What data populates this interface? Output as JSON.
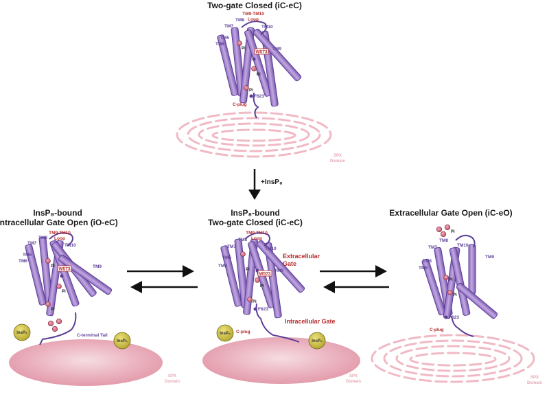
{
  "panels": {
    "top": {
      "title": "Two-gate Closed (iC-eC)",
      "labels": {
        "tm8": "TM8",
        "tm7": "TM7",
        "tm5": "TM5",
        "tm6": "TM6",
        "tm10": "TM10",
        "tm9": "TM9",
        "loop1": "TM9-TM10",
        "loop2": "Loop",
        "w573": "W573",
        "f623": "F623",
        "cplug": "C-plug",
        "pi1": "Pi",
        "pi2": "Pi",
        "pi3": "Pi",
        "spx1": "SPX",
        "spx2": "Domain"
      }
    },
    "arrow_label": "+InsP₈",
    "left": {
      "title1": "InsP₈-bound",
      "title2": "Intracellular Gate Open (iO-eC)",
      "labels": {
        "tm8": "TM8",
        "tm7": "TM7",
        "tm5": "TM5",
        "tm6": "TM6",
        "tm10": "TM10",
        "tm9": "TM9",
        "loop1": "TM9-TM10",
        "loop2": "Loop",
        "w573": "W573",
        "ctail": "C-terminal Tail",
        "pi1": "Pi",
        "pi2": "Pi",
        "pi3": "Pi",
        "ins1": "InsP₈",
        "ins2": "InsP₈",
        "spx1": "SPX",
        "spx2": "Domain"
      }
    },
    "middle": {
      "title1": "InsP₈-bound",
      "title2": "Two-gate Closed (iC-eC)",
      "labels": {
        "tm8": "TM8",
        "tm7": "TM7",
        "tm5": "TM5",
        "tm6": "TM6",
        "tm10": "TM10",
        "tm9": "TM9",
        "loop1": "TM9-TM10",
        "loop2": "Loop",
        "w573": "W573",
        "f623": "F623",
        "cplug": "C-plug",
        "pi1": "Pi",
        "pi2": "Pi",
        "pi3": "Pi",
        "egate1": "Extracellular",
        "egate2": "Gate",
        "igate": "Intracellular Gate",
        "ins1": "InsP₈",
        "ins2": "InsP₈",
        "spx1": "SPX",
        "spx2": "Domain"
      }
    },
    "right": {
      "title": "Extracellular Gate Open (iC-eO)",
      "labels": {
        "tm8": "TM8",
        "tm7": "TM7",
        "tm5": "TM5",
        "tm6": "TM6",
        "tm10": "TM10",
        "tm9": "TM9",
        "f623": "F623",
        "cplug": "C-plug",
        "pi1": "Pi",
        "pi2": "Pi",
        "pi3": "Pi",
        "spx1": "SPX",
        "spx2": "Domain"
      }
    }
  },
  "colors": {
    "helix_fill": "#a98bd0",
    "helix_stroke": "#5b3f96",
    "pi_fill": "#e27a8f",
    "membrane_fill": "#e8a3b2",
    "insp8_fill": "#cfc34a",
    "label_red": "#b52a2a"
  }
}
